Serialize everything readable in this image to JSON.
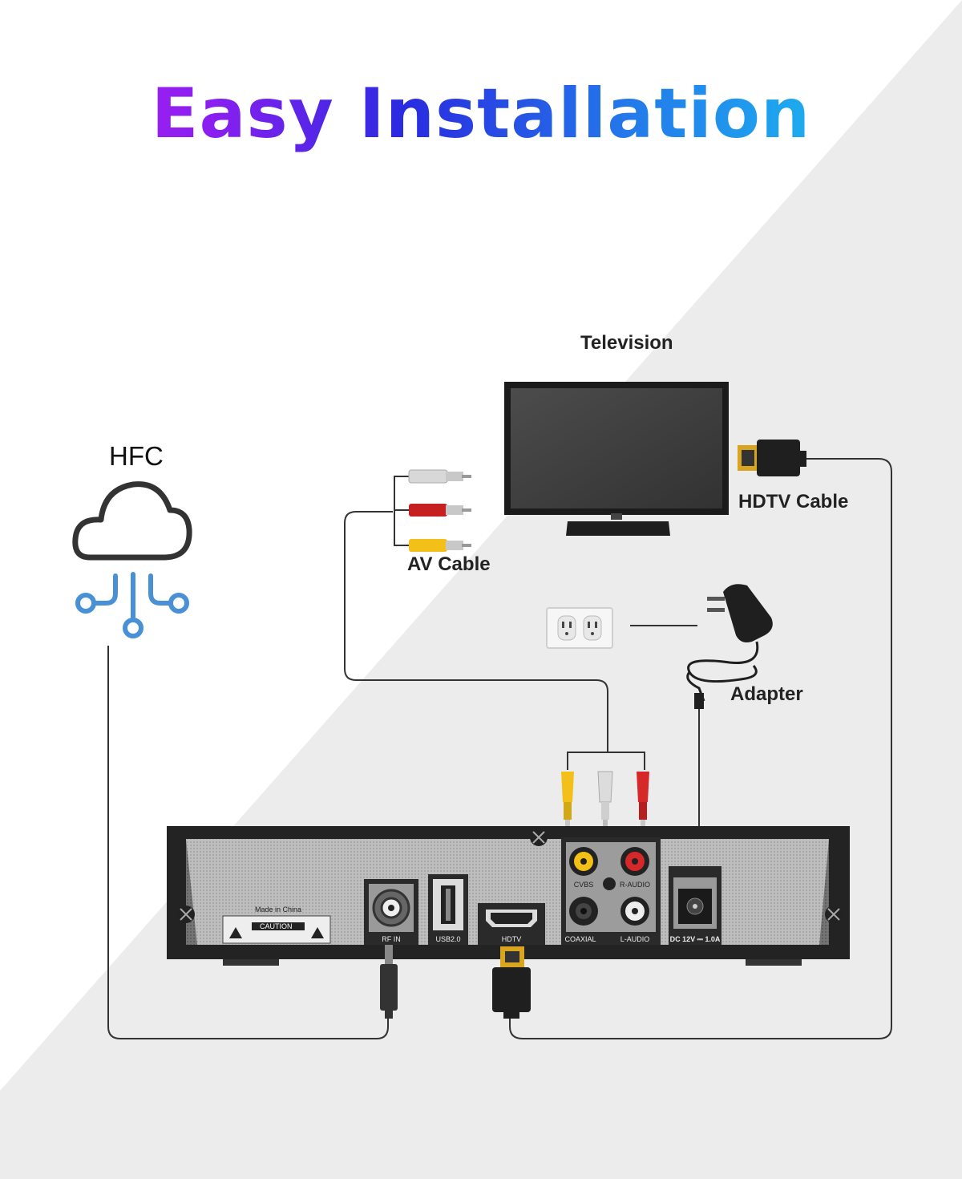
{
  "title": "Easy Installation",
  "labels": {
    "television": "Television",
    "hdtv_cable": "HDTV Cable",
    "av_cable": "AV Cable",
    "adapter": "Adapter",
    "hfc": "HFC"
  },
  "box_ports": {
    "rf_in": "RF IN",
    "usb": "USB2.0",
    "hdtv": "HDTV",
    "cvbs": "CVBS",
    "r_audio": "R-AUDIO",
    "coaxial": "COAXIAL",
    "l_audio": "L-AUDIO",
    "dc": "DC 12V ⎓ 1.0A",
    "made_in": "Made in China",
    "caution": "CAUTION"
  },
  "colors": {
    "title_gradient": [
      "#b51ef2",
      "#2a2be0",
      "#18d6f2"
    ],
    "cloud_outline": "#333333",
    "network_icon": "#4a90d6",
    "rca_yellow": "#f2c018",
    "rca_red": "#d62828",
    "rca_white": "#e2e2e2",
    "background_gray": "#ececec"
  }
}
